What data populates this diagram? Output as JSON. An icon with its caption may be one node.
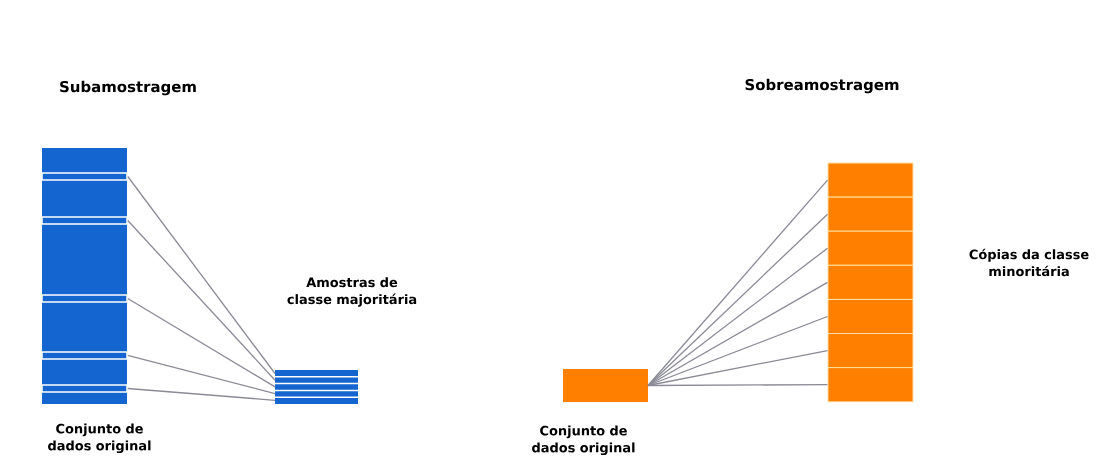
{
  "diagram": {
    "nodes": [
      {
        "text": [
          "Conjunto de dados original"
        ]
      },
      {
        "text": [],
        "shape": "bar",
        "in": 0
      },
      {
        "text": [],
        "shape": "bar",
        "in": 0
      },
      {
        "text": [],
        "shape": "bar",
        "in": 0
      },
      {
        "text": [],
        "shape": "bar",
        "in": 0
      },
      {
        "text": [],
        "shape": "bar",
        "in": 0
      },
      {
        "text": [],
        "shape": "box"
      },
      {
        "text": [
          "Conjunto de dados original"
        ]
      },
      {
        "text": [
          "Cópias da classe minoritária"
        ]
      },
      {
        "text": [],
        "shape": "box",
        "in": 8
      },
      {
        "text": [],
        "shape": "box",
        "in": 8
      },
      {
        "text": [],
        "shape": "box",
        "in": 8
      },
      {
        "text": [],
        "shape": "box",
        "in": 8
      },
      {
        "text": [],
        "shape": "box",
        "in": 8
      },
      {
        "text": [],
        "shape": "box",
        "in": 8
      },
      {
        "text": [],
        "shape": "box",
        "in": 8
      }
    ],
    "edges": [
      {
        "from": 1,
        "to": 6,
        "arrow": "none"
      },
      {
        "from": 2,
        "to": 6,
        "arrow": "none"
      },
      {
        "from": 3,
        "to": 6,
        "arrow": "none"
      },
      {
        "from": 4,
        "to": 6,
        "arrow": "none"
      },
      {
        "from": 5,
        "to": 6,
        "arrow": "none"
      },
      {
        "from": 7,
        "to": 9,
        "arrow": "none"
      },
      {
        "from": 7,
        "to": 10,
        "arrow": "none"
      },
      {
        "from": 7,
        "to": 11,
        "arrow": "none"
      },
      {
        "from": 7,
        "to": 12,
        "arrow": "none"
      },
      {
        "from": 7,
        "to": 13,
        "arrow": "none"
      },
      {
        "from": 7,
        "to": 14,
        "arrow": "none"
      },
      {
        "from": 7,
        "to": 15,
        "arrow": "none"
      }
    ],
    "labels": [
      "Subamostragem",
      "Amostras de classe majoritária",
      "Sobreamostragem"
    ]
  }
}
